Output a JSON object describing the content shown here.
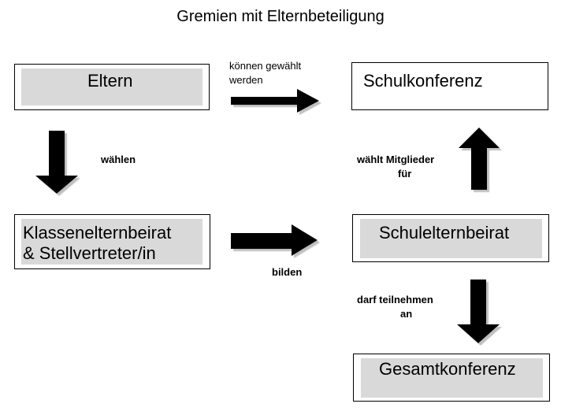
{
  "title": "Gremien mit Elternbeteiligung",
  "nodes": {
    "eltern": "Eltern",
    "schulkonferenz": "Schulkonferenz",
    "klassenelternbeirat_line1": "Klassenelternbeirat",
    "klassenelternbeirat_line2": "& Stellvertreter/in",
    "schulelternbeirat": "Schulelternbeirat",
    "gesamtkonferenz": "Gesamtkonferenz"
  },
  "edges": {
    "koennen_line1": "können gewählt",
    "koennen_line2": "werden",
    "waehlen": "wählen",
    "waehlt_line1": "wählt Mitglieder",
    "waehlt_line2": "für",
    "bilden": "bilden",
    "darf_line1": "darf teilnehmen",
    "darf_line2": "an"
  },
  "colors": {
    "box_fill": "#d9d9d9",
    "arrow_fill": "#000000",
    "arrow_shadow": "#bfbfbf"
  }
}
